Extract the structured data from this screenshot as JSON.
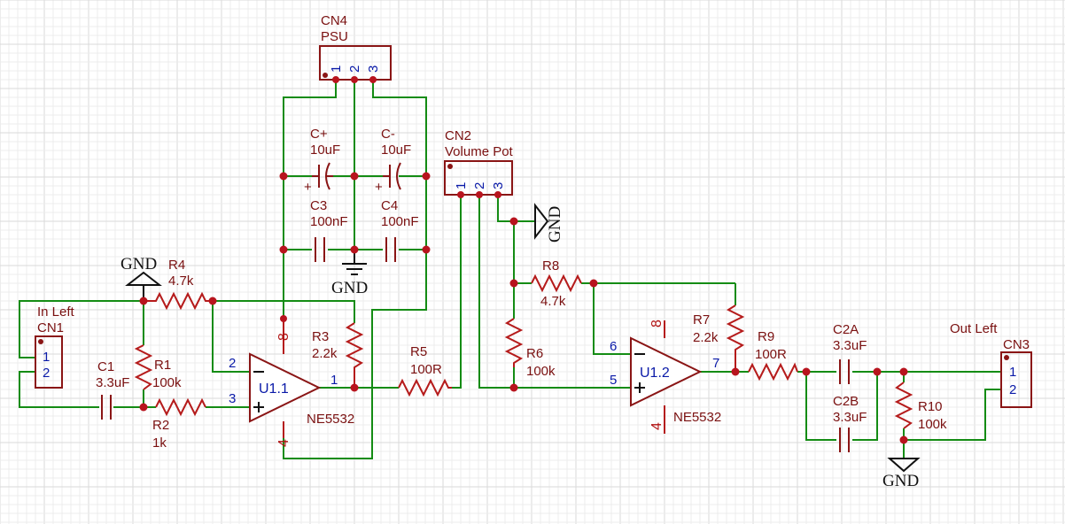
{
  "labels": {
    "cn4_ref": "CN4",
    "cn4_val": "PSU",
    "cn2_ref": "CN2",
    "cn2_val": "Volume Pot",
    "cn1_ref": "CN1",
    "cn1_val": "In Left",
    "cn3_ref": "CN3",
    "cn3_val": "Out Left",
    "cplus_ref": "C+",
    "cplus_val": "10uF",
    "cminus_ref": "C-",
    "cminus_val": "10uF",
    "c3_ref": "C3",
    "c3_val": "100nF",
    "c4_ref": "C4",
    "c4_val": "100nF",
    "c1_ref": "C1",
    "c1_val": "3.3uF",
    "c2a_ref": "C2A",
    "c2a_val": "3.3uF",
    "c2b_ref": "C2B",
    "c2b_val": "3.3uF",
    "r1_ref": "R1",
    "r1_val": "100k",
    "r2_ref": "R2",
    "r2_val": "1k",
    "r3_ref": "R3",
    "r3_val": "2.2k",
    "r4_ref": "R4",
    "r4_val": "4.7k",
    "r5_ref": "R5",
    "r5_val": "100R",
    "r6_ref": "R6",
    "r6_val": "100k",
    "r7_ref": "R7",
    "r7_val": "2.2k",
    "r8_ref": "R8",
    "r8_val": "4.7k",
    "r9_ref": "R9",
    "r9_val": "100R",
    "r10_ref": "R10",
    "r10_val": "100k",
    "u11_ref": "U1.1",
    "u11_val": "NE5532",
    "u12_ref": "U1.2",
    "u12_val": "NE5532",
    "gnd": "GND",
    "pin1": "1",
    "pin2": "2",
    "pin3": "3",
    "pin4": "4",
    "pin5": "5",
    "pin6": "6",
    "pin7": "7",
    "pin8": "8"
  },
  "colors": {
    "wire": "#148c14",
    "component": "#8a1515",
    "resistor": "#b51a1a",
    "junction": "#b8141e",
    "pin_number": "#0a1aa8",
    "ground_symbol": "#111111",
    "background": "#ffffff"
  }
}
